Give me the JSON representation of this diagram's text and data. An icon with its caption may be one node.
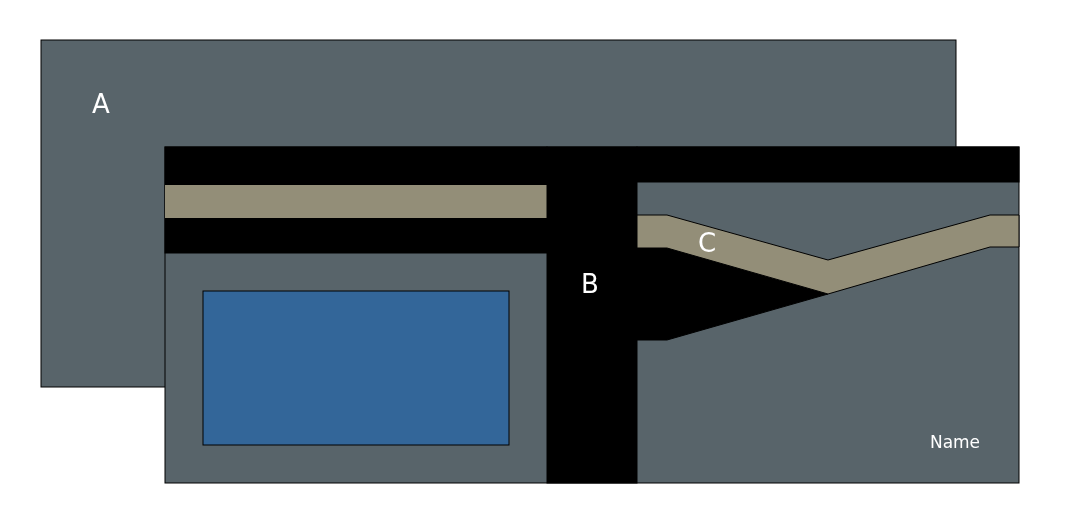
{
  "diagram": {
    "labels": [
      "A",
      "B",
      "C",
      "Name"
    ]
  }
}
